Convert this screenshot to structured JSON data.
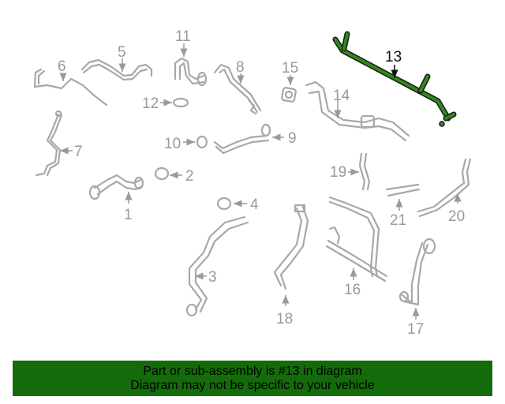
{
  "diagram": {
    "highlight_color": "#2f8a18",
    "part_color": "#a8a8a8",
    "highlighted_part": "13",
    "callouts": [
      {
        "id": "1",
        "label": "1"
      },
      {
        "id": "2",
        "label": "2"
      },
      {
        "id": "3",
        "label": "3"
      },
      {
        "id": "4",
        "label": "4"
      },
      {
        "id": "5",
        "label": "5"
      },
      {
        "id": "6",
        "label": "6"
      },
      {
        "id": "7",
        "label": "7"
      },
      {
        "id": "8",
        "label": "8"
      },
      {
        "id": "9",
        "label": "9"
      },
      {
        "id": "10",
        "label": "10"
      },
      {
        "id": "11",
        "label": "11"
      },
      {
        "id": "12",
        "label": "12"
      },
      {
        "id": "13",
        "label": "13"
      },
      {
        "id": "14",
        "label": "14"
      },
      {
        "id": "15",
        "label": "15"
      },
      {
        "id": "16",
        "label": "16"
      },
      {
        "id": "17",
        "label": "17"
      },
      {
        "id": "18",
        "label": "18"
      },
      {
        "id": "19",
        "label": "19"
      },
      {
        "id": "20",
        "label": "20"
      },
      {
        "id": "21",
        "label": "21"
      }
    ]
  },
  "banner": {
    "background": "#146b0a",
    "line1": "Part or sub-assembly is #13 in diagram",
    "line2": "Diagram may not be specific to your vehicle"
  }
}
